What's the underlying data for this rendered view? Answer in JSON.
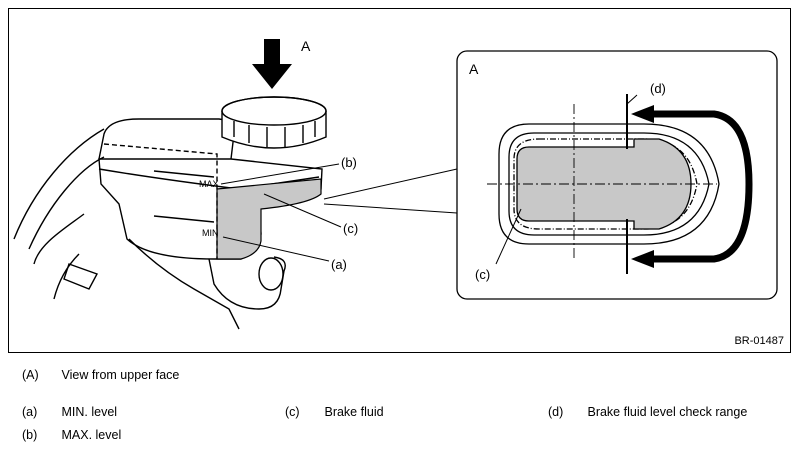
{
  "figure": {
    "figure_id": "BR-01487",
    "callouts": {
      "view_arrow": "A",
      "inset_title": "A",
      "a": "(a)",
      "b": "(b)",
      "c": "(c)",
      "inset_c": "(c)",
      "inset_d": "(d)"
    },
    "reservoir_marks": {
      "max": "MAX",
      "min": "MIN"
    }
  },
  "legend": {
    "A": {
      "code": "(A)",
      "text": "View from upper face"
    },
    "a": {
      "code": "(a)",
      "text": "MIN. level"
    },
    "b": {
      "code": "(b)",
      "text": "MAX. level"
    },
    "c": {
      "code": "(c)",
      "text": "Brake fluid"
    },
    "d": {
      "code": "(d)",
      "text": "Brake fluid level check range"
    }
  },
  "colors": {
    "fluid_gray": "#c8c8c8",
    "line": "#000000"
  }
}
